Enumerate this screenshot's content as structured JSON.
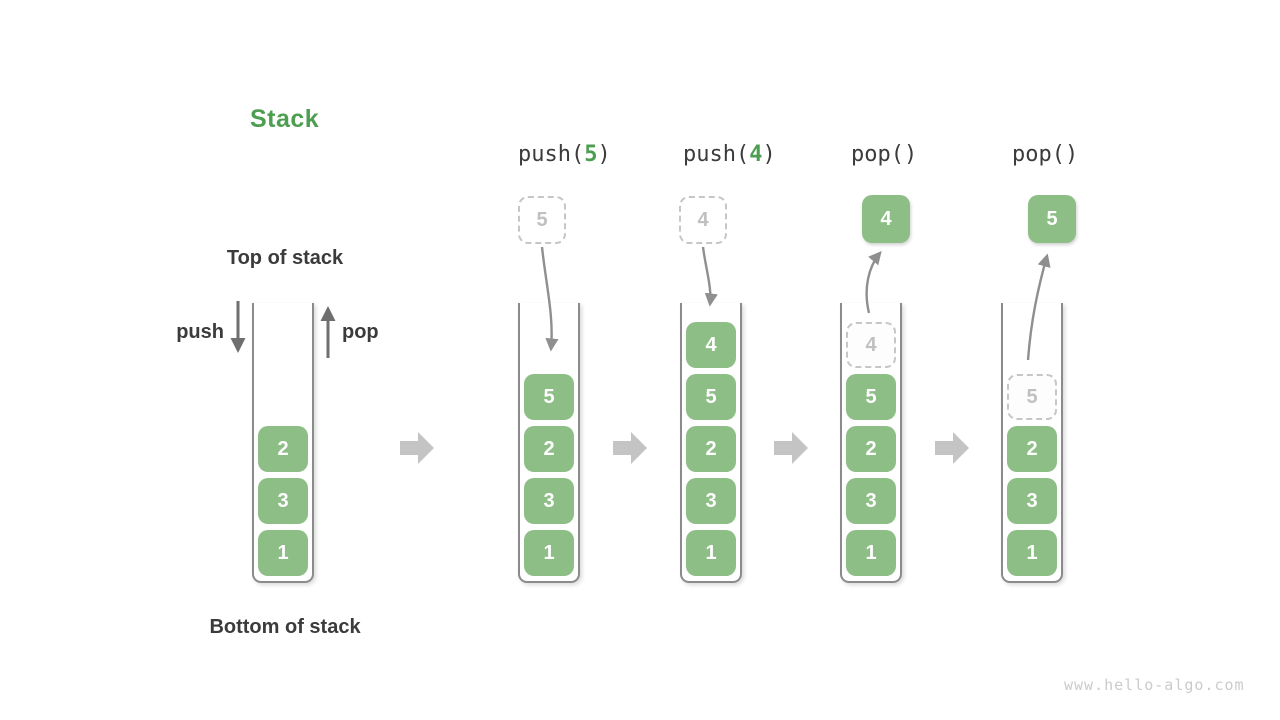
{
  "title": "Stack",
  "diagram": {
    "top_label": "Top of stack",
    "bottom_label": "Bottom of stack",
    "push_label": "push",
    "pop_label": "pop"
  },
  "columns": [
    {
      "name": "initial",
      "cells": [
        {
          "v": "2"
        },
        {
          "v": "3"
        },
        {
          "v": "1"
        }
      ]
    },
    {
      "name": "after-push-5",
      "op_before": "push(",
      "op_arg": "5",
      "op_after": ")",
      "floating": "5",
      "cells": [
        {
          "v": "5"
        },
        {
          "v": "2"
        },
        {
          "v": "3"
        },
        {
          "v": "1"
        }
      ]
    },
    {
      "name": "after-push-4",
      "op_before": "push(",
      "op_arg": "4",
      "op_after": ")",
      "floating": "4",
      "cells": [
        {
          "v": "4"
        },
        {
          "v": "5"
        },
        {
          "v": "2"
        },
        {
          "v": "3"
        },
        {
          "v": "1"
        }
      ]
    },
    {
      "name": "after-pop-4",
      "op_before": "pop()",
      "op_arg": "",
      "op_after": "",
      "floating": "4",
      "cells": [
        {
          "v": "4",
          "ghost": true
        },
        {
          "v": "5"
        },
        {
          "v": "2"
        },
        {
          "v": "3"
        },
        {
          "v": "1"
        }
      ]
    },
    {
      "name": "after-pop-5",
      "op_before": "pop()",
      "op_arg": "",
      "op_after": "",
      "floating": "5",
      "cells": [
        {
          "v": "5",
          "ghost": true
        },
        {
          "v": "2"
        },
        {
          "v": "3"
        },
        {
          "v": "1"
        }
      ]
    }
  ],
  "watermark": "www.hello-algo.com",
  "colors": {
    "accent_green": "#8dbe86",
    "accent_green_text": "#4d9e51",
    "dark_text": "#3b3b3b",
    "arrow_gray": "#8f8f8f",
    "arrow_dark": "#6f6f6f",
    "block_arrow": "#c4c4c4",
    "ghost": "#c0c0c0",
    "ghost_border": "#c6c6c6",
    "container_border": "#8b8b8b",
    "watermark": "#cbcbcb"
  }
}
